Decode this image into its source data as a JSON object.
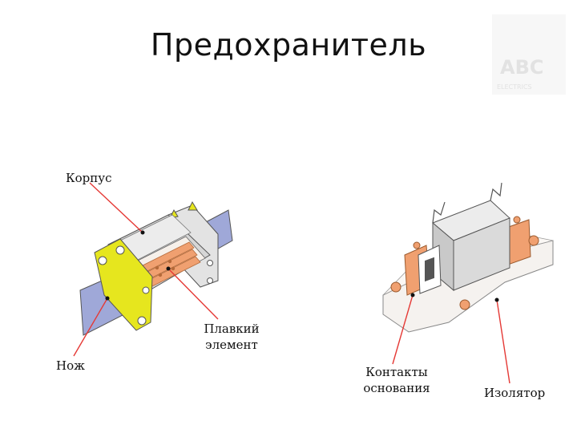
{
  "title": "Предохранитель",
  "watermark": {
    "brand": "ABC",
    "tagline": "ELECTRICS"
  },
  "labels": {
    "housing": "Корпус",
    "fuse_element_line1": "Плавкий",
    "fuse_element_line2": "элемент",
    "blade": "Нож",
    "base_contacts_line1": "Контакты",
    "base_contacts_line2": "основания",
    "insulator": "Изолятор"
  },
  "colors": {
    "plate": "#e6e61e",
    "blade": "#9fa8d8",
    "contact": "#f0a070",
    "leader": "#e53935",
    "body_gray": "#dcdcdc"
  }
}
